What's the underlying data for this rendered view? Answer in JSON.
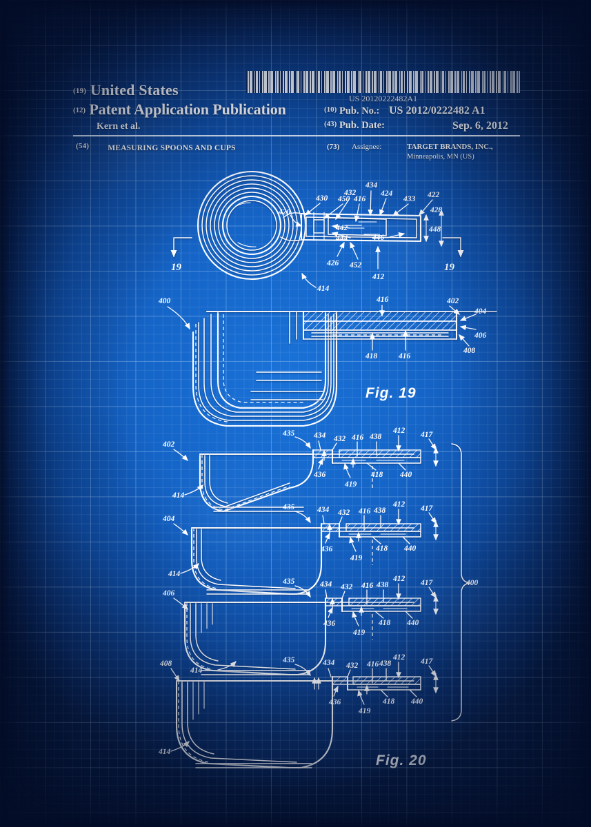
{
  "document": {
    "kind": "patent-application-publication-blueprint",
    "header": {
      "code_19": "(19)",
      "country": "United States",
      "code_12": "(12)",
      "doc_type": "Patent Application Publication",
      "inventor_line": "Kern et al.",
      "code_54": "(54)",
      "invention_title": "MEASURING SPOONS AND CUPS",
      "barcode_text": "US 20120222482A1",
      "code_10": "(10)",
      "pub_no_label": "Pub. No.:",
      "pub_no_value": "US 2012/0222482 A1",
      "code_43": "(43)",
      "pub_date_label": "Pub. Date:",
      "pub_date_value": "Sep. 6, 2012",
      "code_73": "(73)",
      "assignee_label": "Assignee:",
      "assignee_name": "TARGET BRANDS, INC.,",
      "assignee_city": "Minneapolis, MN (US)"
    },
    "figures": [
      {
        "id": "fig-top-view",
        "caption": "",
        "section_markers": [
          "19",
          "19"
        ],
        "callouts": [
          "414",
          "420",
          "430",
          "450",
          "432",
          "416",
          "434",
          "424",
          "433",
          "422",
          "442",
          "444",
          "446",
          "448",
          "428",
          "426",
          "452",
          "412"
        ]
      },
      {
        "id": "fig-19",
        "caption": "Fig. 19",
        "callouts": [
          "400",
          "414",
          "416",
          "416",
          "418",
          "402",
          "404",
          "406",
          "408"
        ]
      },
      {
        "id": "fig-20",
        "caption": "Fig. 20",
        "bracket_label": "400",
        "cups": [
          {
            "body_ref": "402",
            "wall_ref": "414",
            "callouts": [
              "435",
              "434",
              "432",
              "416",
              "438",
              "412",
              "417",
              "436",
              "419",
              "418",
              "440"
            ]
          },
          {
            "body_ref": "404",
            "wall_ref": "414",
            "callouts": [
              "435",
              "434",
              "432",
              "416",
              "438",
              "412",
              "417",
              "436",
              "419",
              "418",
              "440"
            ]
          },
          {
            "body_ref": "406",
            "wall_ref": "414",
            "callouts": [
              "435",
              "434",
              "432",
              "416",
              "438",
              "412",
              "417",
              "436",
              "419",
              "418",
              "440"
            ]
          },
          {
            "body_ref": "408",
            "wall_ref": "414",
            "callouts": [
              "435",
              "434",
              "432",
              "416",
              "438",
              "412",
              "417",
              "436",
              "419",
              "418",
              "440"
            ]
          }
        ]
      }
    ],
    "colors": {
      "blueprint_blue": "#1565c8",
      "blueprint_dark": "#071d47",
      "ink_white": "#fdfdff"
    }
  }
}
